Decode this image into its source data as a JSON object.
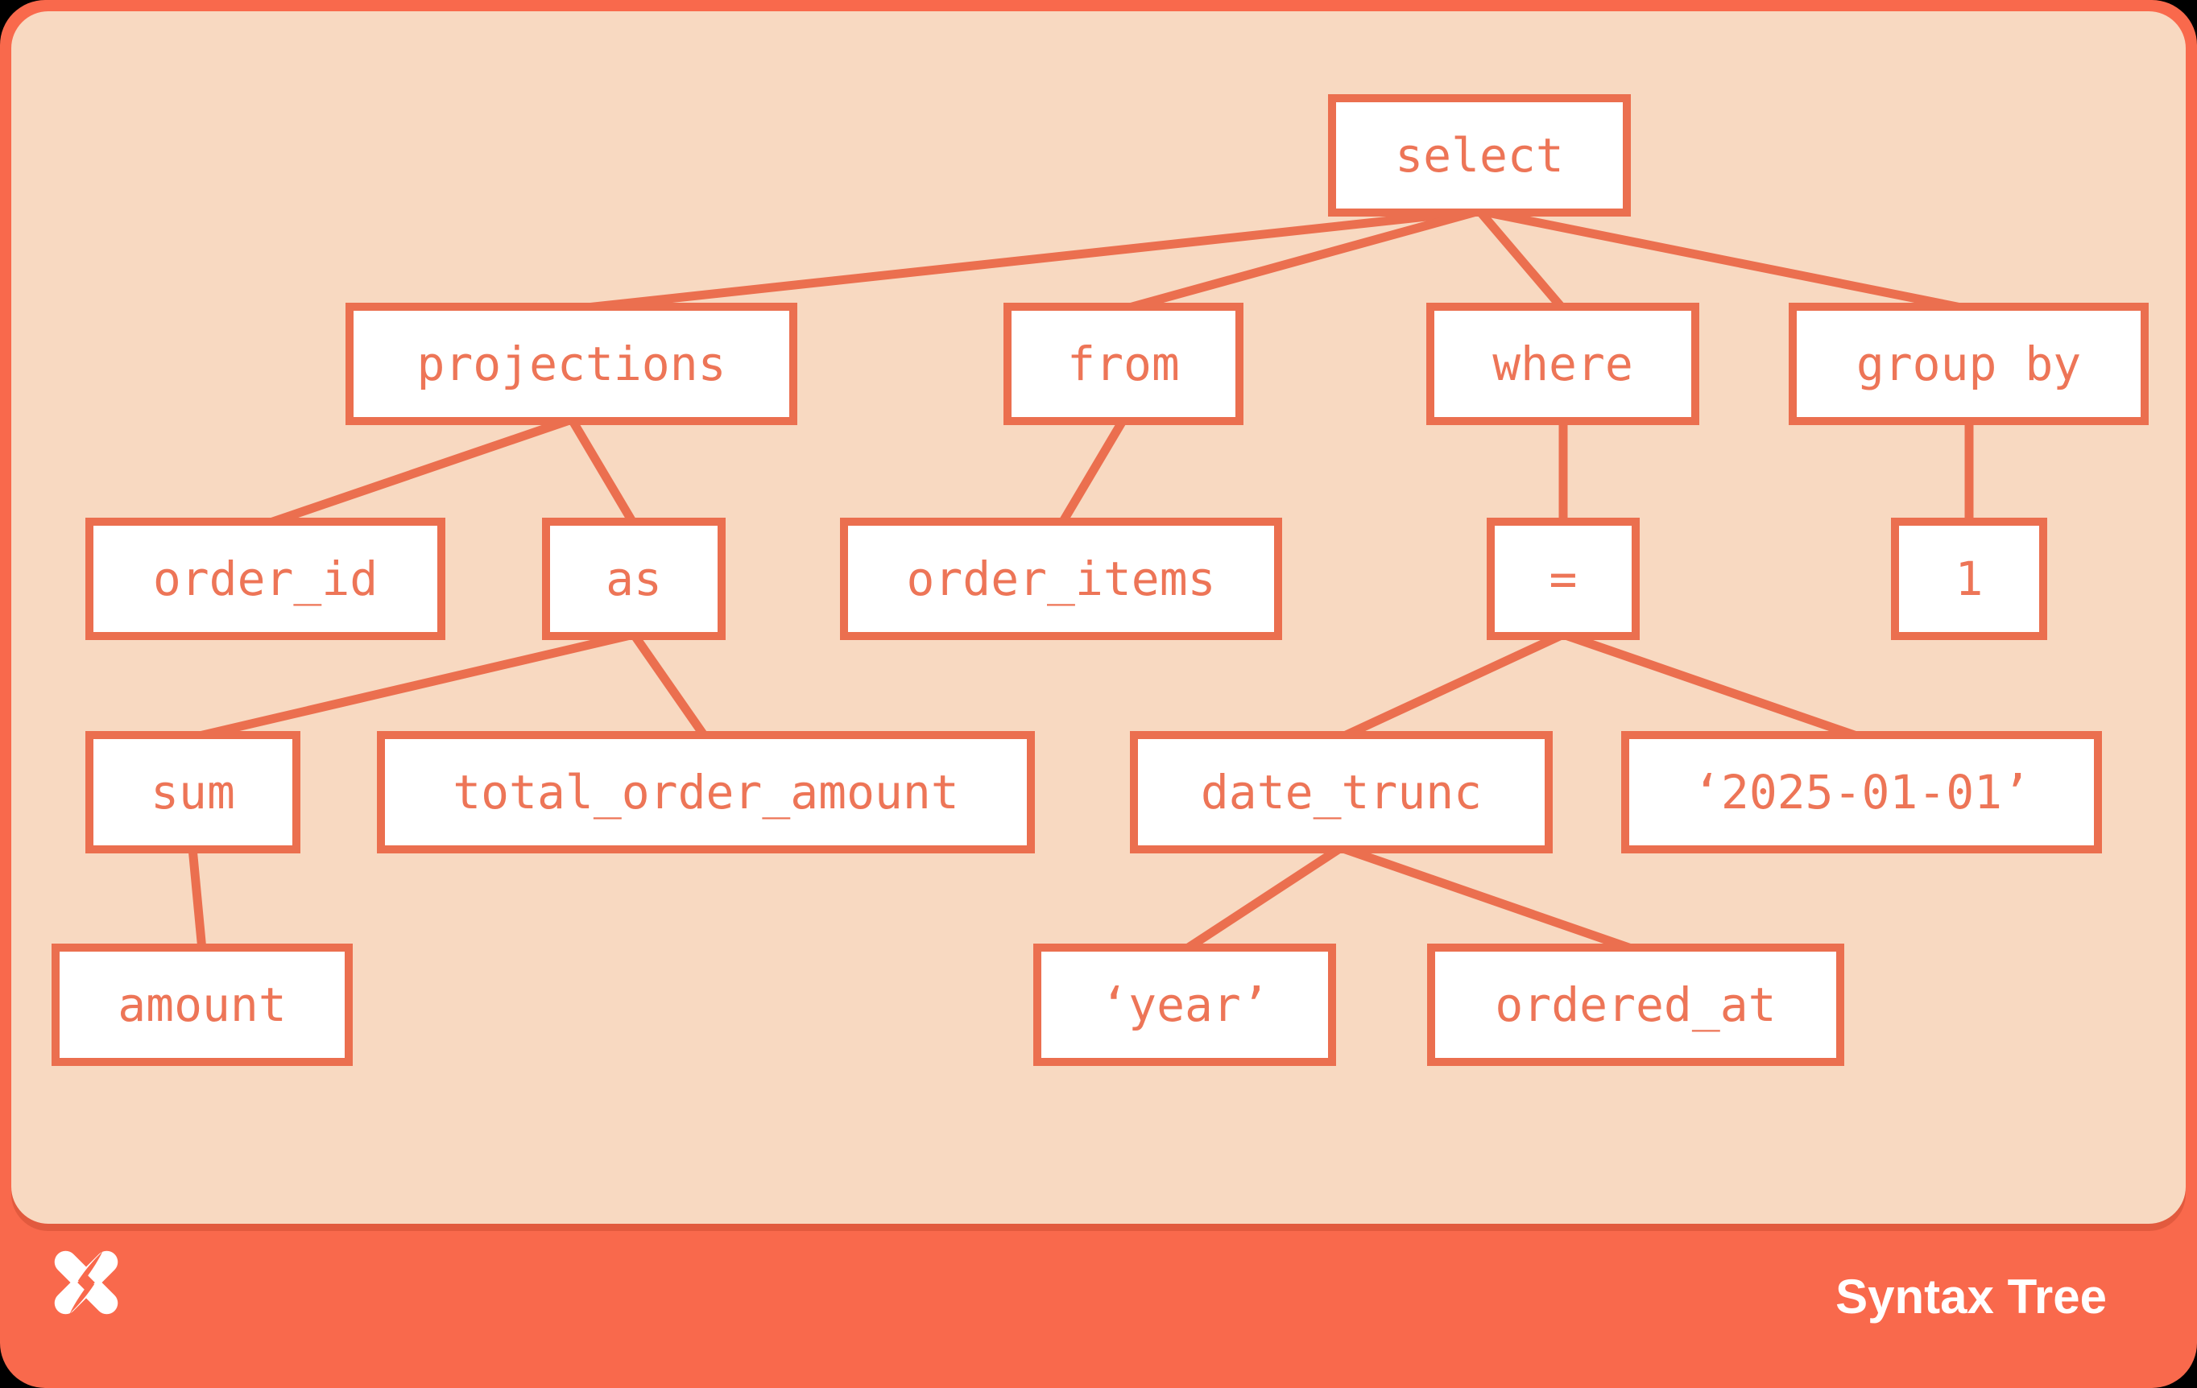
{
  "diagram": {
    "type": "syntax-tree",
    "root": "select",
    "nodes": [
      {
        "id": "select",
        "label": "select",
        "parent": null
      },
      {
        "id": "projections",
        "label": "projections",
        "parent": "select"
      },
      {
        "id": "from",
        "label": "from",
        "parent": "select"
      },
      {
        "id": "where",
        "label": "where",
        "parent": "select"
      },
      {
        "id": "group_by",
        "label": "group by",
        "parent": "select"
      },
      {
        "id": "order_id",
        "label": "order_id",
        "parent": "projections"
      },
      {
        "id": "as",
        "label": "as",
        "parent": "projections"
      },
      {
        "id": "order_items",
        "label": "order_items",
        "parent": "from"
      },
      {
        "id": "eq",
        "label": "=",
        "parent": "where"
      },
      {
        "id": "one",
        "label": "1",
        "parent": "group_by"
      },
      {
        "id": "sum",
        "label": "sum",
        "parent": "as"
      },
      {
        "id": "total_order_amount",
        "label": "total_order_amount",
        "parent": "as"
      },
      {
        "id": "date_trunc",
        "label": "date_trunc",
        "parent": "eq"
      },
      {
        "id": "date_literal",
        "label": "‘2025-01-01’",
        "parent": "eq"
      },
      {
        "id": "amount",
        "label": "amount",
        "parent": "sum"
      },
      {
        "id": "year_literal",
        "label": "‘year’",
        "parent": "date_trunc"
      },
      {
        "id": "ordered_at",
        "label": "ordered_at",
        "parent": "date_trunc"
      }
    ]
  },
  "footer": {
    "brand_label": "Syntax Tree",
    "logo_icon": "pinwheel-x-icon"
  },
  "colors": {
    "frame_footer_orange": "#F9694C",
    "node_border_orange": "#EB6F4F",
    "node_text_orange": "#ED7557",
    "panel_peach": "#F8D9C1",
    "node_fill": "#FFFFFF",
    "footer_text": "#FFFFFF",
    "page_background": "#000000"
  }
}
